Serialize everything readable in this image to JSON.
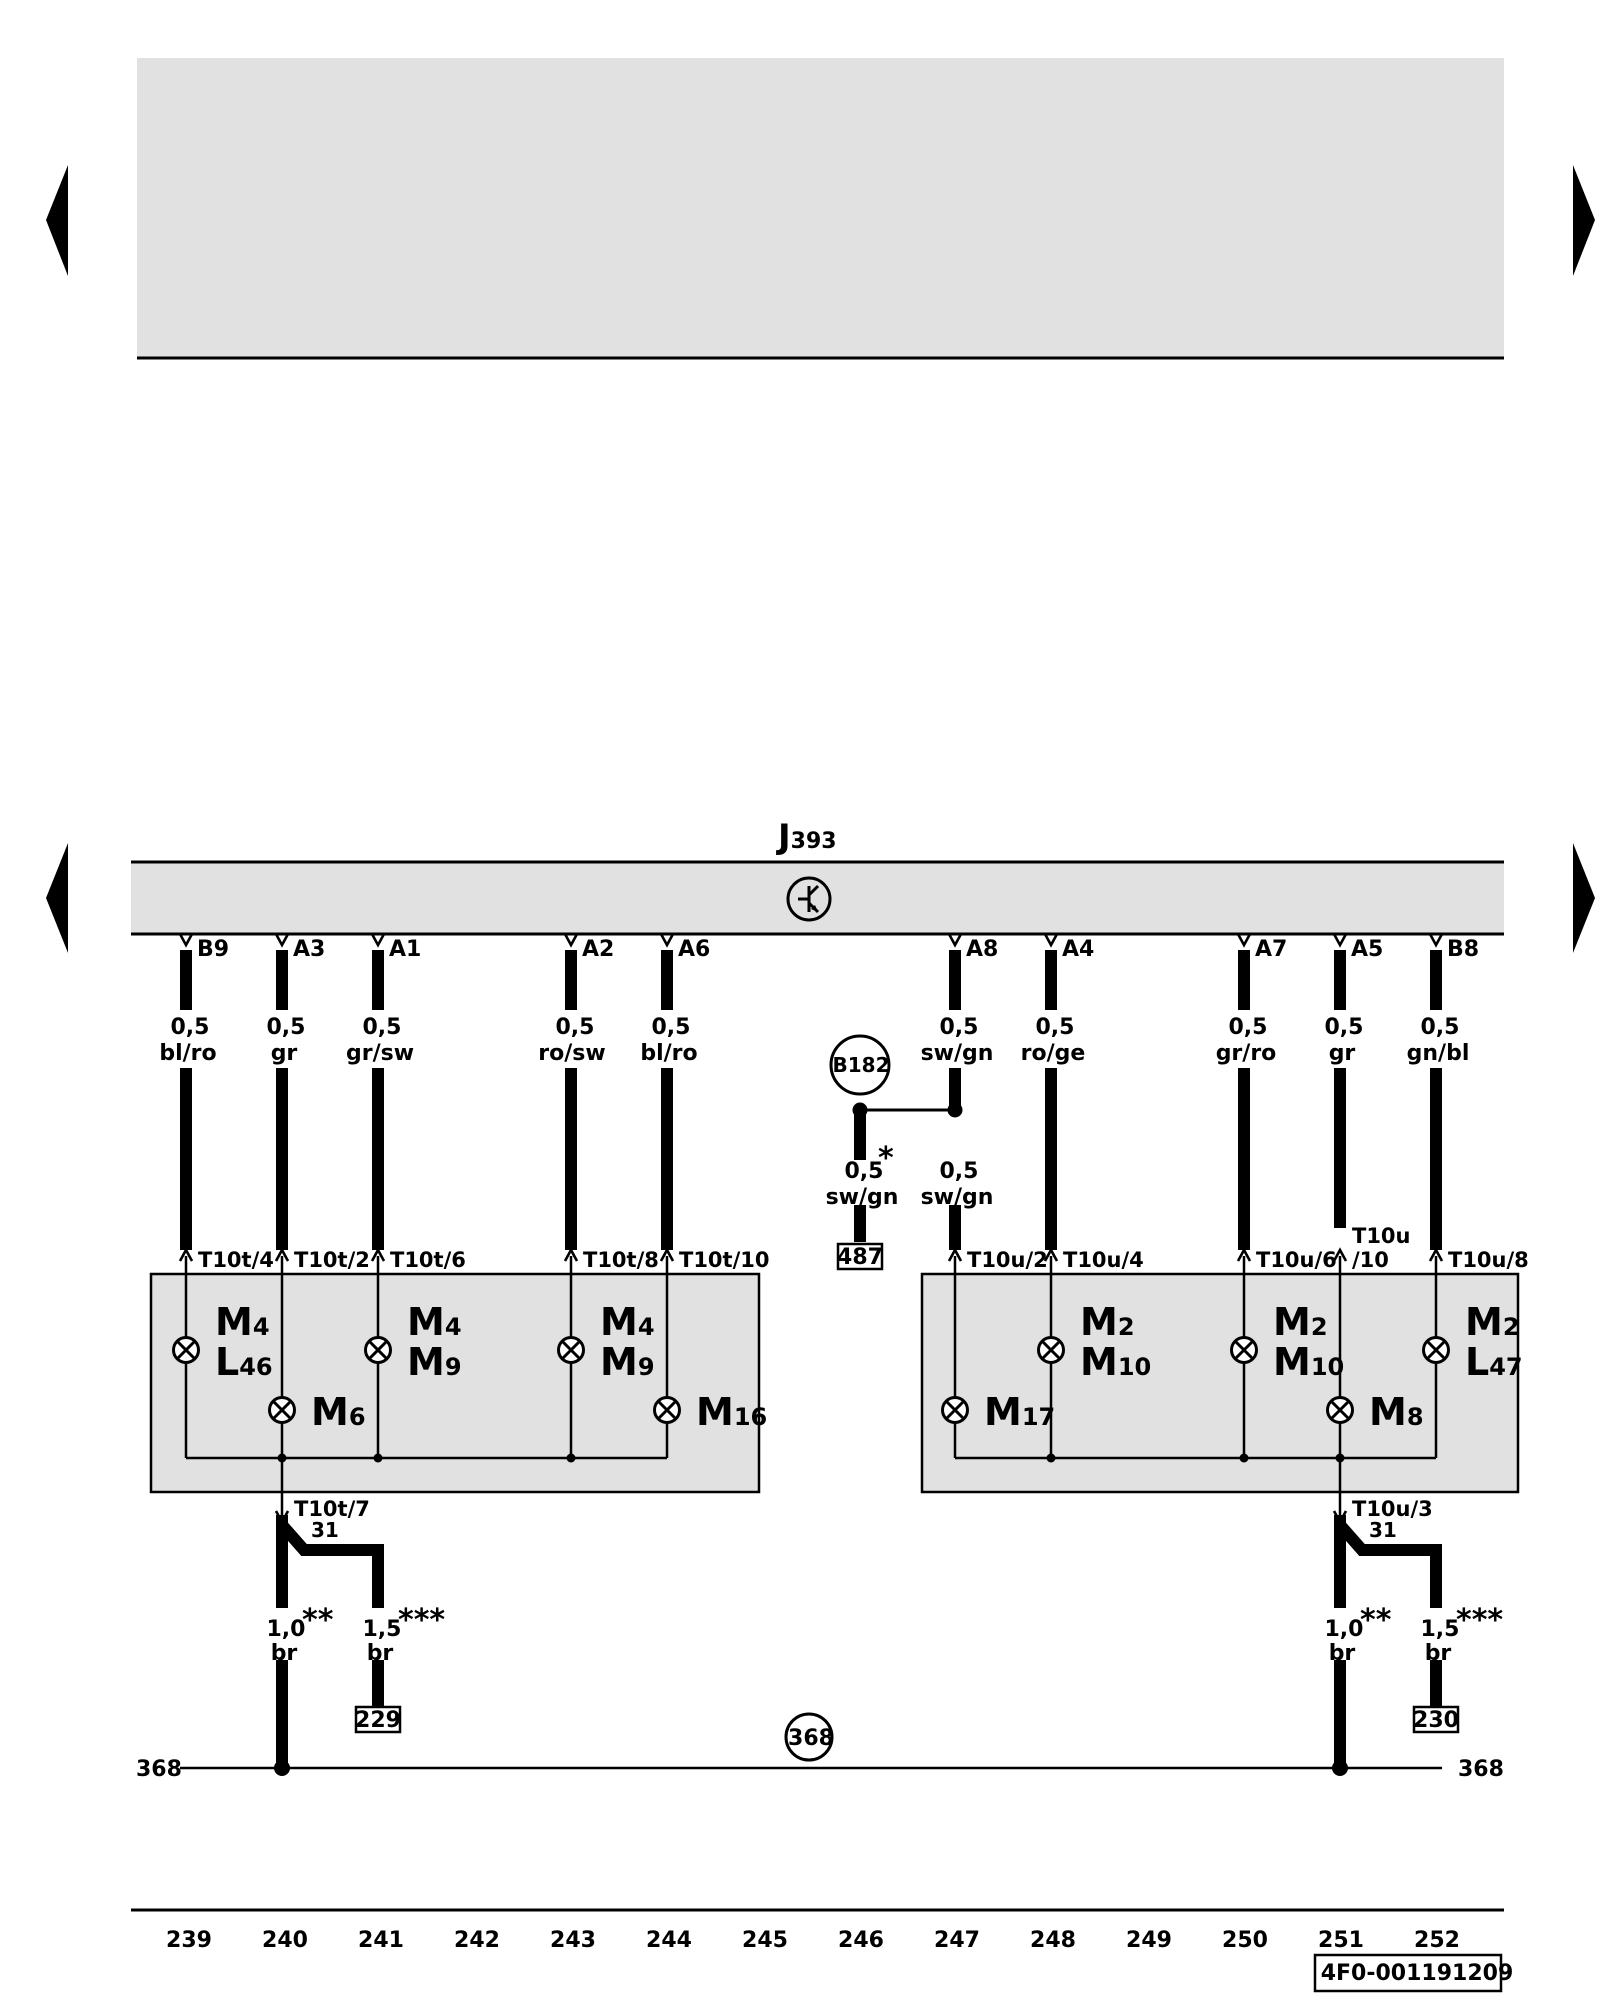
{
  "control_unit": {
    "name": "J",
    "sub": "393"
  },
  "pins_top": {
    "b9": "B9",
    "a3": "A3",
    "a1": "A1",
    "a2": "A2",
    "a6": "A6",
    "a8": "A8",
    "a4": "A4",
    "a7": "A7",
    "a5": "A5",
    "b8": "B8"
  },
  "wires": {
    "w239": {
      "size": "0,5",
      "color": "bl/ro"
    },
    "w240": {
      "size": "0,5",
      "color": "gr"
    },
    "w241": {
      "size": "0,5",
      "color": "gr/sw"
    },
    "w243": {
      "size": "0,5",
      "color": "ro/sw"
    },
    "w244": {
      "size": "0,5",
      "color": "bl/ro"
    },
    "w247": {
      "size": "0,5",
      "color": "sw/gn"
    },
    "w248": {
      "size": "0,5",
      "color": "ro/ge"
    },
    "w250": {
      "size": "0,5",
      "color": "gr/ro"
    },
    "w251": {
      "size": "0,5",
      "color": "gr"
    },
    "w252": {
      "size": "0,5",
      "color": "gn/bl"
    },
    "w246b": {
      "size": "0,5",
      "color": "sw/gn"
    },
    "w247b": {
      "size": "0,5",
      "color": "sw/gn"
    },
    "g240": {
      "size": "1,0",
      "color": "br",
      "note": "**"
    },
    "g241": {
      "size": "1,5",
      "color": "br",
      "note": "***"
    },
    "g251": {
      "size": "1,0",
      "color": "br",
      "note": "**"
    },
    "g252": {
      "size": "1,5",
      "color": "br",
      "note": "***"
    }
  },
  "connector_b182": "B182",
  "asterisk_single": "*",
  "refs": {
    "r487": "487",
    "r229": "229",
    "r230": "230"
  },
  "pins_connector": {
    "t4": "T10t/4",
    "t2": "T10t/2",
    "t6": "T10t/6",
    "t8": "T10t/8",
    "t10": "T10t/10",
    "u2": "T10u/2",
    "u4": "T10u/4",
    "u6": "T10u/6",
    "u10a": "T10u",
    "u10b": "/10",
    "u8": "T10u/8",
    "t7": "T10t/7",
    "u3": "T10u/3",
    "g31a": "31",
    "g31b": "31"
  },
  "lamps": {
    "l239a": {
      "letter": "M",
      "sub": "4"
    },
    "l239b": {
      "letter": "L",
      "sub": "46"
    },
    "l240": {
      "letter": "M",
      "sub": "6"
    },
    "l241a": {
      "letter": "M",
      "sub": "4"
    },
    "l241b": {
      "letter": "M",
      "sub": "9"
    },
    "l243a": {
      "letter": "M",
      "sub": "4"
    },
    "l243b": {
      "letter": "M",
      "sub": "9"
    },
    "l244": {
      "letter": "M",
      "sub": "16"
    },
    "l247": {
      "letter": "M",
      "sub": "17"
    },
    "l248a": {
      "letter": "M",
      "sub": "2"
    },
    "l248b": {
      "letter": "M",
      "sub": "10"
    },
    "l250a": {
      "letter": "M",
      "sub": "2"
    },
    "l250b": {
      "letter": "M",
      "sub": "10"
    },
    "l251": {
      "letter": "M",
      "sub": "8"
    },
    "l252a": {
      "letter": "M",
      "sub": "2"
    },
    "l252b": {
      "letter": "L",
      "sub": "47"
    }
  },
  "ground": {
    "left": "368",
    "right": "368",
    "circle": "368"
  },
  "tracks": [
    "239",
    "240",
    "241",
    "242",
    "243",
    "244",
    "245",
    "246",
    "247",
    "248",
    "249",
    "250",
    "251",
    "252"
  ],
  "drawing_number": "4F0-001191209"
}
